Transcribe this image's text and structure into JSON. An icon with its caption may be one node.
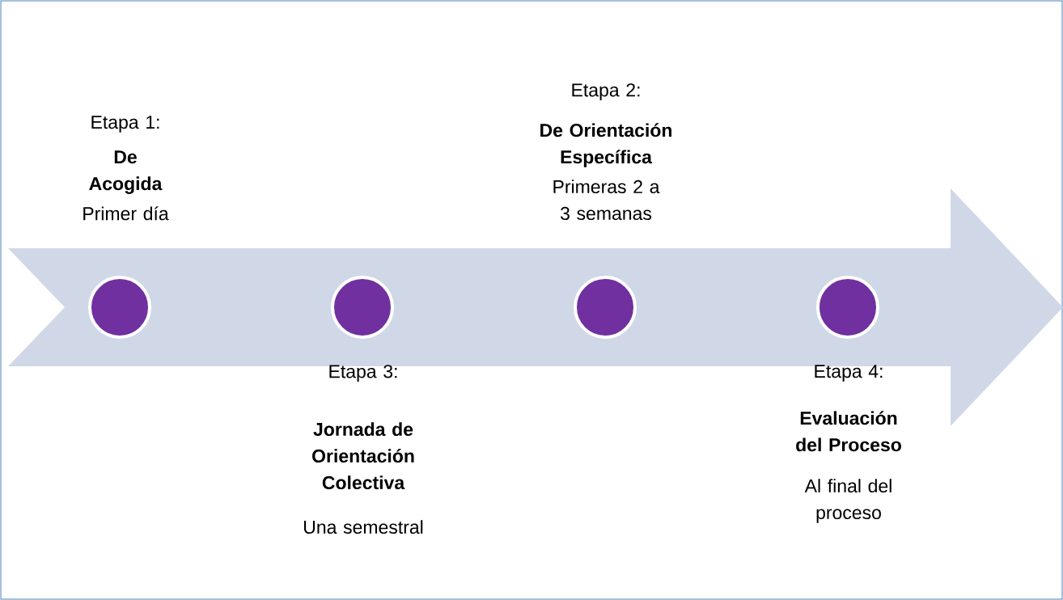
{
  "diagram": {
    "nodes": [
      {
        "text": [],
        "shape": "circle",
        "beside": [
          "Etapa 1:",
          "De Acogida",
          "Primer día"
        ]
      },
      {
        "text": [],
        "shape": "circle",
        "beside": [
          "Etapa 3:",
          "Jornada de Orientación Colectiva",
          "Una semestral"
        ]
      },
      {
        "text": [],
        "shape": "circle",
        "beside": [
          "Etapa 2:",
          "De Orientación Específica",
          "Primeras 2 a 3 semanas"
        ]
      },
      {
        "text": [],
        "shape": "circle",
        "beside": [
          "Etapa 4:",
          "Evaluación del Proceso",
          "Al final del proceso"
        ]
      }
    ]
  }
}
